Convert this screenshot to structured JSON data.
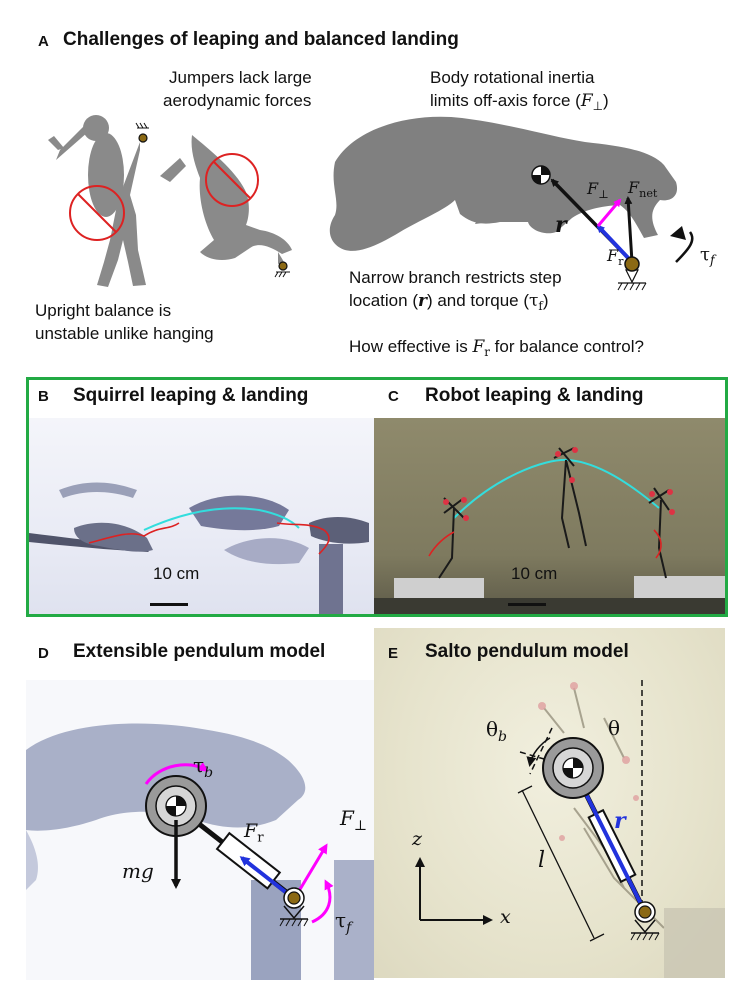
{
  "panel_a": {
    "letter": "A",
    "title": "Challenges of leaping and balanced landing",
    "cap_jumpers_1": "Jumpers lack large",
    "cap_jumpers_2": "aerodynamic forces",
    "cap_inertia_1": "Body rotational inertia",
    "cap_inertia_2": "limits off-axis force (",
    "cap_inertia_sym": "F",
    "cap_inertia_sub": "⊥",
    "cap_inertia_end": ")",
    "cap_upright_1": "Upright balance is",
    "cap_upright_2": "unstable unlike hanging",
    "cap_branch_1": "Narrow branch restricts step",
    "cap_branch_2a": "location (",
    "cap_branch_r": "r",
    "cap_branch_2b": ") and torque (",
    "cap_branch_tau": "τ",
    "cap_branch_tau_sub": "f",
    "cap_branch_end": ")",
    "question_a": "How effective is ",
    "question_sym": "F",
    "question_sub": "r",
    "question_b": " for balance control?",
    "lbl_fperp": "F",
    "lbl_fperp_sub": "⊥",
    "lbl_fnet": "F",
    "lbl_fnet_sub": "net",
    "lbl_r": "r",
    "lbl_fr": "F",
    "lbl_fr_sub": "r",
    "lbl_tau": "τ",
    "lbl_tau_sub": "f"
  },
  "panel_b": {
    "letter": "B",
    "title": "Squirrel leaping & landing",
    "scale": "10 cm"
  },
  "panel_c": {
    "letter": "C",
    "title": "Robot leaping & landing",
    "scale": "10 cm"
  },
  "panel_d": {
    "letter": "D",
    "title": "Extensible pendulum model",
    "tau_b": "τ",
    "tau_b_sub": "b",
    "mg": "mg",
    "fr": "F",
    "fr_sub": "r",
    "fperp": "F",
    "fperp_sub": "⊥",
    "tau_f": "τ",
    "tau_f_sub": "f"
  },
  "panel_e": {
    "letter": "E",
    "title": "Salto pendulum model",
    "theta_b": "θ",
    "theta_b_sub": "b",
    "theta": "θ",
    "r": "r",
    "l": "l",
    "z": "z",
    "x": "x"
  },
  "colors": {
    "accent_magenta": "#ff00ff",
    "accent_blue": "#2233dd",
    "frame_green": "#22aa44",
    "trajectory_cyan": "#33dddd",
    "trajectory_red": "#dd2222"
  }
}
